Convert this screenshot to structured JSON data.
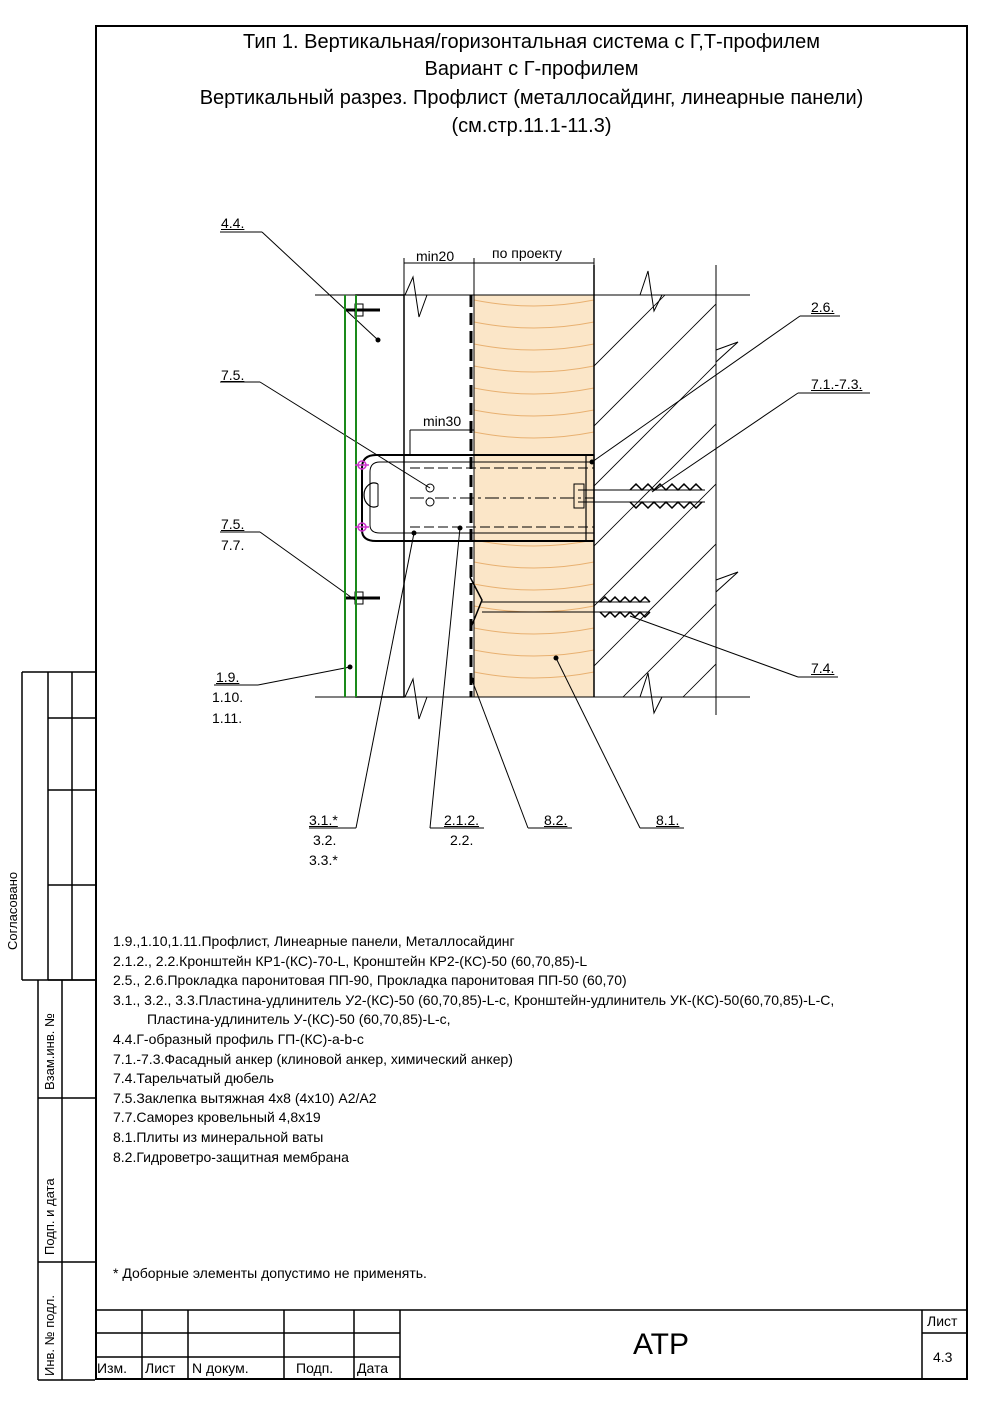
{
  "title": {
    "line1": "Тип 1. Вертикальная/горизонтальная система с Г,Т-профилем",
    "line2": "Вариант с Г-профилем",
    "line3": "Вертикальный разрез. Профлист (металлосайдинг, линеарные панели)",
    "line4": "(см.стр.11.1-11.3)"
  },
  "labels": {
    "l44": "4.4.",
    "l75a": "7.5.",
    "l75b": "7.5.",
    "l77": "7.7.",
    "l19": "1.9.",
    "l110": "1.10.",
    "l111": "1.11.",
    "l26": "2.6.",
    "l7173": "7.1.-7.3.",
    "l74": "7.4.",
    "l31": "3.1.*",
    "l32": "3.2.",
    "l33": "3.3.*",
    "l212": "2.1.2.",
    "l22": "2.2.",
    "l82": "8.2.",
    "l81": "8.1.",
    "dim_min20": "min20",
    "dim_proekt": "по проекту",
    "dim_min30": "min30"
  },
  "legend": [
    "1.9.,1.10,1.11.Профлист, Линеарные панели, Металлосайдинг",
    "2.1.2., 2.2.Кронштейн КР1-(КС)-70-L, Кронштейн КР2-(КС)-50 (60,70,85)-L",
    "2.5., 2.6.Прокладка паронитовая ПП-90, Прокладка паронитовая ПП-50 (60,70)",
    "3.1., 3.2., 3.3.Пластина-удлинитель У2-(КС)-50 (60,70,85)-L-c, Кронштейн-удлинитель УК-(КС)-50(60,70,85)-L-C,",
    "     Пластина-удлинитель У-(КС)-50 (60,70,85)-L-c,",
    "4.4.Г-образный профиль ГП-(КС)-a-b-c",
    "7.1.-7.3.Фасадный анкер (клиновой анкер, химический анкер)",
    "7.4.Тарельчатый дюбель",
    "7.5.Заклепка вытяжная 4х8 (4х10) А2/А2",
    "7.7.Саморез кровельный 4,8х19",
    "8.1.Плиты из минеральной ваты",
    "8.2.Гидроветро-защитная мембрана"
  ],
  "note": "* Доборные элементы допустимо не применять.",
  "side": {
    "soglasovano": "Согласовано",
    "vzam": "Взам.инв. №",
    "podp_data": "Подп. и дата",
    "inv_podl": "Инв. № подл."
  },
  "stamp": {
    "izm": "Изм.",
    "list": "Лист",
    "ndok": "N докум.",
    "podp": "Подп.",
    "data": "Дата",
    "org": "АТР",
    "list_hdr": "Лист",
    "list_num": "4.3"
  },
  "colors": {
    "insulation": "#fbe6c8",
    "insulation_line": "#e8b070",
    "panel": "#1a8a1a",
    "rivet": "#cc33cc"
  }
}
